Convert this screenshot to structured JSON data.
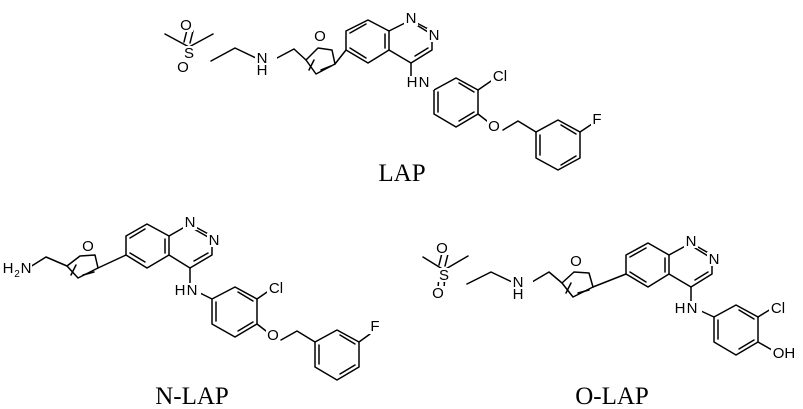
{
  "molecules": [
    {
      "caption": "LAP",
      "atoms": {
        "s": "S",
        "o1": "O",
        "o2": "O",
        "nh": "N",
        "h": "H",
        "ofur": "O",
        "n1": "N",
        "n3": "N",
        "anh_n": "N",
        "anh_h": "H",
        "cl": "Cl",
        "oeth": "O",
        "f": "F"
      }
    },
    {
      "caption": "N-LAP",
      "atoms": {
        "nh2_h": "H",
        "nh2_2": "2",
        "nh2_n": "N",
        "ofur": "O",
        "n1": "N",
        "n3": "N",
        "anh_n": "N",
        "anh_h": "H",
        "cl": "Cl",
        "oeth": "O",
        "f": "F"
      }
    },
    {
      "caption": "O-LAP",
      "atoms": {
        "s": "S",
        "o1": "O",
        "o2": "O",
        "nh": "N",
        "h": "H",
        "ofur": "O",
        "n1": "N",
        "n3": "N",
        "anh_n": "N",
        "anh_h": "H",
        "cl": "Cl",
        "oh": "OH"
      }
    }
  ]
}
